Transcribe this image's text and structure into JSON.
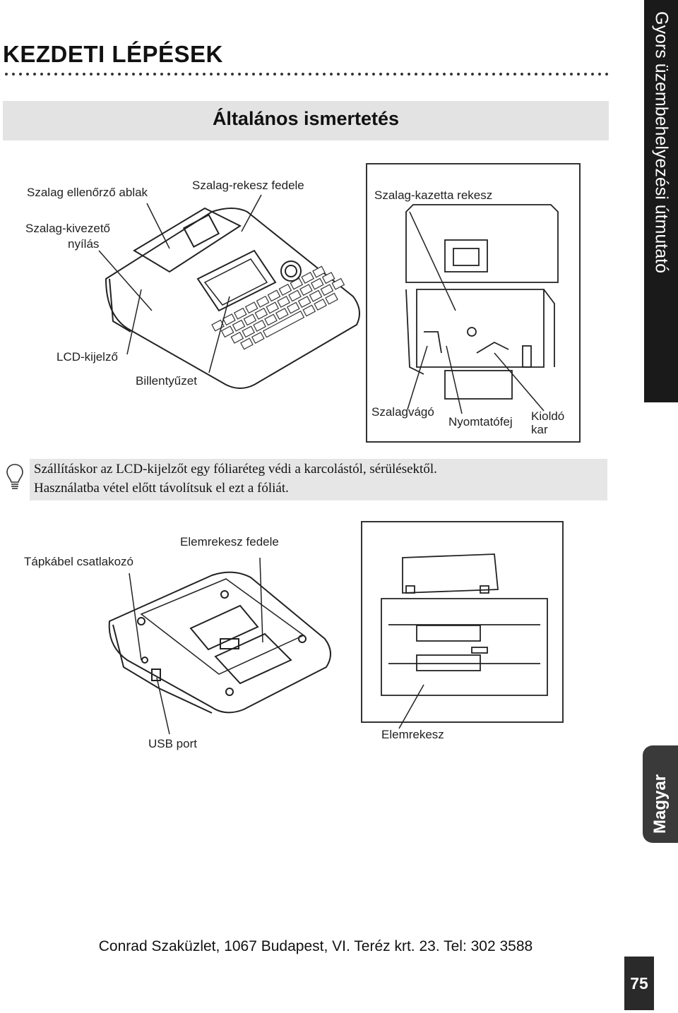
{
  "header": {
    "title": "KEZDETI LÉPÉSEK",
    "section_title": "Általános ismertetés",
    "side_tab": "Gyors üzembehelyezési útmutató",
    "language_tab": "Magyar"
  },
  "figure_top": {
    "labels": {
      "tape_window": "Szalag ellenőrző ablak",
      "cover": "Szalag-rekesz fedele",
      "cassette": "Szalag-kazetta rekesz",
      "exit_line1": "Szalag-kivezető",
      "exit_line2": "nyílás",
      "lcd": "LCD-kijelző",
      "keyboard": "Billentyűzet",
      "cutter": "Szalagvágó",
      "print_head": "Nyomtatófej",
      "release_line1": "Kioldó",
      "release_line2": "kar"
    }
  },
  "note": {
    "line1": "Szállításkor az LCD-kijelzőt egy fóliaréteg védi a karcolástól, sérülésektől.",
    "line2": "Használatba vétel előtt távolítsuk el ezt a fóliát."
  },
  "figure_bottom": {
    "labels": {
      "power": "Tápkábel csatlakozó",
      "battery_cover": "Elemrekesz fedele",
      "usb": "USB port",
      "battery": "Elemrekesz"
    }
  },
  "footer": {
    "address": "Conrad Szaküzlet,  1067 Budapest, VI. Teréz  krt. 23. Tel: 302 3588",
    "page_number": "75"
  },
  "icons": [
    "lightbulb-icon"
  ]
}
